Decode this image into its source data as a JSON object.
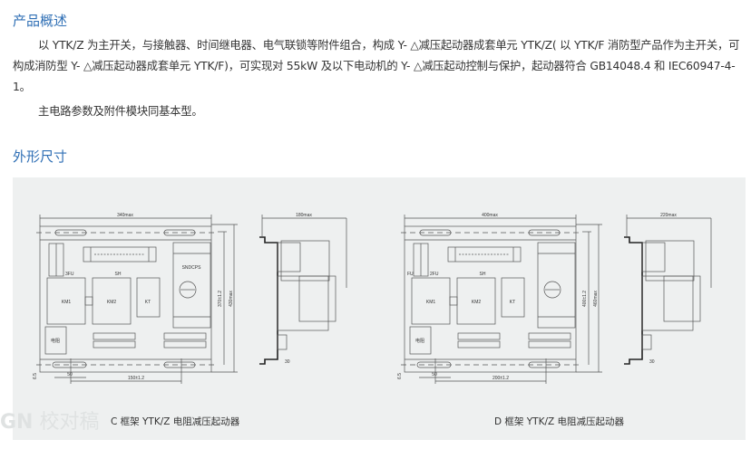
{
  "section1": {
    "title": "产品概述",
    "para1": "以 YTK/Z 为主开关，与接触器、时间继电器、电气联锁等附件组合，构成 Y- △减压起动器成套单元 YTK/Z( 以 YTK/F 消防型产品作为主开关，可构成消防型 Y- △减压起动器成套单元 YTK/F)，可实现对 55kW 及以下电动机的 Y- △减压起动控制与保护，起动器符合 GB14048.4 和 IEC60947-4-1。",
    "para2": "主电路参数及附件模块同基本型。"
  },
  "section2": {
    "title": "外形尺寸"
  },
  "drawing_c": {
    "caption": "C 框架 YTK/Z 电阻减压起动器",
    "width": "340max",
    "depth": "180max",
    "mount_h": "370±1.2",
    "height": "430max",
    "hole_x": "50",
    "mount_w": "150±1.2",
    "edge": "6.5",
    "rail": "30",
    "fu": "3FU",
    "sh": "SH",
    "switch": "SNDCPS",
    "km1": "KM1",
    "km2": "KM2",
    "kt": "KT",
    "resistor": "电阻"
  },
  "drawing_d": {
    "caption": "D 框架 YTK/Z 电阻减压起动器",
    "width": "400max",
    "depth": "220max",
    "mount_h": "400±1.2",
    "height": "460max",
    "hole_x": "50",
    "mount_w": "200±1.2",
    "edge": "6.5",
    "rail": "30",
    "fu": "FU",
    "fu2": "2FU",
    "sh": "SH",
    "km1": "KM1",
    "km2": "KM2",
    "kt": "KT",
    "resistor": "电阻"
  },
  "watermark": "校对稿"
}
